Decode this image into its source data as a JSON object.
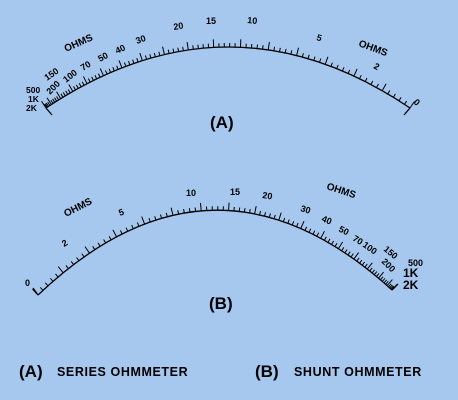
{
  "meters": [
    {
      "id": "A",
      "label": "(A)",
      "ohms_labels": [
        "OHMS",
        "OHMS"
      ],
      "scale": [
        "2K",
        "1K",
        "500",
        "200",
        "150",
        "100",
        "70",
        "50",
        "40",
        "30",
        "20",
        "15",
        "10",
        "5",
        "2",
        "0"
      ]
    },
    {
      "id": "B",
      "label": "(B)",
      "ohms_labels": [
        "OHMS",
        "OHMS"
      ],
      "scale": [
        "0",
        "2",
        "5",
        "10",
        "15",
        "20",
        "30",
        "40",
        "50",
        "70",
        "100",
        "150",
        "200",
        "500",
        "1K",
        "2K"
      ]
    }
  ],
  "captions": [
    {
      "key": "(A)",
      "text": "SERIES OHMMETER"
    },
    {
      "key": "(B)",
      "text": "SHUNT OHMMETER"
    }
  ]
}
